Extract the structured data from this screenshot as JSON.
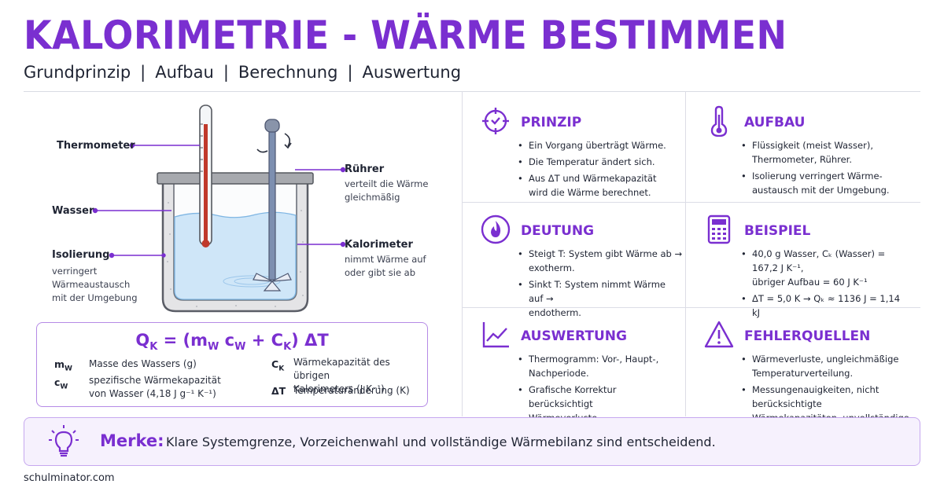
{
  "header": {
    "title": "KALORIMETRIE - WÄRME BESTIMMEN",
    "nav": [
      "Grundprinzip",
      "Aufbau",
      "Berechnung",
      "Auswertung"
    ],
    "separator": "|"
  },
  "diagram": {
    "thermometer": "Thermometer",
    "wasser": "Wasser",
    "isolierung": "Isolierung",
    "isolierung_desc": [
      "verringert",
      "Wärmeaustausch",
      "mit der Umgebung"
    ],
    "ruehrer": "Rührer",
    "ruehrer_desc": [
      "verteilt die Wärme",
      "gleichmäßig"
    ],
    "kalorimeter": "Kalorimeter",
    "kalorimeter_desc": [
      "nimmt Wärme auf",
      "oder gibt sie ab"
    ]
  },
  "formula": {
    "main": {
      "q": "Q",
      "q_sub": "K",
      "eq": " = (m",
      "m_sub": "W",
      "c": " c",
      "c_sub": "W",
      "plus": " + C",
      "ck_sub": "K",
      "end": ") ΔT"
    },
    "legend": [
      {
        "sym": "m",
        "sub": "W",
        "text": [
          "Masse des Wassers (g)"
        ]
      },
      {
        "sym": "c",
        "sub": "W",
        "text": [
          "spezifische Wärmekapazität",
          "von Wasser (4,18 J g⁻¹ K⁻¹)"
        ]
      },
      {
        "sym": "C",
        "sub": "K",
        "text": [
          "Wärmekapazität des übrigen",
          "Kalorimeters (J K⁻¹)"
        ]
      },
      {
        "sym": "ΔT",
        "sub": "",
        "text": [
          "Temperaturänderung (K)"
        ]
      }
    ]
  },
  "cards": {
    "prinzip": {
      "title": "PRINZIP",
      "icon": "target-icon",
      "items": [
        [
          "Ein Vorgang überträgt Wärme."
        ],
        [
          "Die Temperatur ändert sich."
        ],
        [
          "Aus ΔT und Wärmekapazität",
          "wird die Wärme berechnet."
        ]
      ]
    },
    "aufbau": {
      "title": "AUFBAU",
      "icon": "thermometer-icon",
      "items": [
        [
          "Flüssigkeit (meist Wasser),",
          "Thermometer, Rührer."
        ],
        [
          "Isolierung verringert Wärme-",
          "austausch mit der Umgebung."
        ]
      ]
    },
    "deutung": {
      "title": "DEUTUNG",
      "icon": "flame-icon",
      "items": [
        [
          "Steigt T: System gibt Wärme ab →",
          "exotherm."
        ],
        [
          "Sinkt T: System nimmt Wärme auf →",
          "endotherm."
        ]
      ]
    },
    "beispiel": {
      "title": "BEISPIEL",
      "icon": "calculator-icon",
      "items": [
        [
          "40,0 g Wasser, Cₖ (Wasser) = 167,2 J K⁻¹,",
          "übriger Aufbau = 60 J K⁻¹"
        ],
        [
          "ΔT = 5,0 K → Qₖ ≈ 1136 J = 1,14 kJ"
        ]
      ]
    },
    "auswertung": {
      "title": "AUSWERTUNG",
      "icon": "chart-line-icon",
      "items": [
        [
          "Thermogramm: Vor-, Haupt-,",
          "Nachperiode."
        ],
        [
          "Grafische Korrektur berücksichtigt",
          "Wärmeverluste."
        ]
      ]
    },
    "fehlerquellen": {
      "title": "FEHLERQUELLEN",
      "icon": "warning-icon",
      "items": [
        [
          "Wärmeverluste, ungleichmäßige",
          "Temperaturverteilung."
        ],
        [
          "Messungenauigkeiten, nicht berücksichtigte",
          "Wärmekapazitäten, unvollständige Reaktion."
        ]
      ]
    }
  },
  "merke": {
    "label": "Merke:",
    "text": "Klare Systemgrenze, Vorzeichenwahl und vollständige Wärmebilanz sind entscheidend."
  },
  "footer": {
    "site": "schulminator.com"
  },
  "colors": {
    "accent": "#7a2fd0",
    "water": "#cfe6f8",
    "thermo_red": "#c0392b"
  }
}
